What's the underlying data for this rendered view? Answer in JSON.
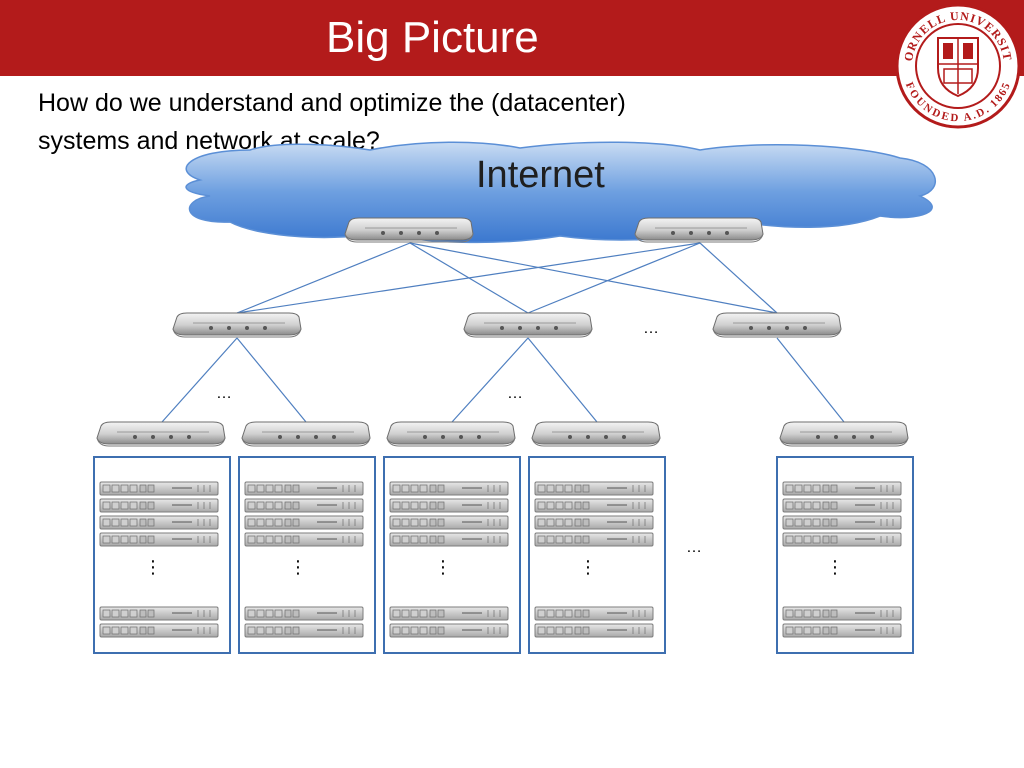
{
  "slide": {
    "title": "Big Picture",
    "question_line1": "How do we understand and optimize the (datacenter)",
    "question_line2": "systems and network at scale?"
  },
  "diagram": {
    "internet_label": "Internet",
    "ellipsis": "…",
    "vertical_ellipsis": "⋮"
  },
  "logo": {
    "text_top": "CORNELL UNIVERSITY",
    "text_bottom": "FOUNDED A.D. 1865",
    "color": "#b31b1b"
  },
  "colors": {
    "title_bar": "#b31b1b",
    "cloud_fill": "#4a86d4",
    "link_line": "#4f7fc0",
    "rack_border": "#3e6fb0"
  }
}
